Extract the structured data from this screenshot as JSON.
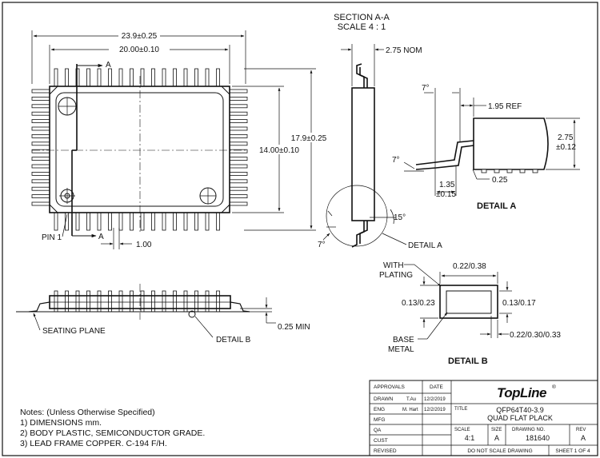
{
  "section": {
    "title": "SECTION A-A",
    "scale": "SCALE 4 : 1",
    "nom": "2.75 NOM",
    "detail_a_callout": "DETAIL A",
    "angle_15": "15°",
    "angle_7": "7°"
  },
  "top_view": {
    "dim_overall_width": "23.9±0.25",
    "dim_body_width": "20.00±0.10",
    "dim_body_height": "14.00±0.10",
    "dim_overall_height": "17.9±0.25",
    "dim_pitch": "1.00",
    "section_marker": "A",
    "pin1_label": "PIN 1"
  },
  "side_view": {
    "seating_plane": "SEATING PLANE",
    "dim_standoff": "0.25 MIN",
    "detail_b_callout": "DETAIL B"
  },
  "detail_a": {
    "title": "DETAIL A",
    "angle_top": "7°",
    "angle_bottom": "7°",
    "dim_ref": "1.95 REF",
    "dim_height_value": "2.75",
    "dim_height_tol": "±0.12",
    "dim_foot_value": "1.35",
    "dim_foot_tol": "±0.15",
    "dim_lead": "0.25"
  },
  "detail_b": {
    "title": "DETAIL B",
    "with_plating_line1": "WITH",
    "with_plating_line2": "PLATING",
    "base_metal_line1": "BASE",
    "base_metal_line2": "METAL",
    "dim_top": "0.22/0.38",
    "dim_left": "0.13/0.23",
    "dim_right": "0.13/0.17",
    "dim_bottom": "0.22/0.30/0.33"
  },
  "notes": {
    "heading": "Notes: (Unless Otherwise Specified)",
    "items": [
      "1) DIMENSIONS mm.",
      "2) BODY PLASTIC, SEMICONDUCTOR GRADE.",
      "3) LEAD FRAME COPPER. C-194 F/H."
    ]
  },
  "title_block": {
    "approvals": "APPROVALS",
    "date": "DATE",
    "rows": [
      {
        "label": "DRAWN",
        "name": "T.Au",
        "date": "12/2/2019"
      },
      {
        "label": "ENG",
        "name": "M. Hart",
        "date": "12/2/2019"
      },
      {
        "label": "MFG",
        "name": "",
        "date": ""
      },
      {
        "label": "QA",
        "name": "",
        "date": ""
      },
      {
        "label": "CUST",
        "name": "",
        "date": ""
      },
      {
        "label": "REVISED",
        "name": "",
        "date": ""
      }
    ],
    "logo_text": "TopLine",
    "logo_mark": "®",
    "title_label": "TITLE",
    "title_line1": "QFP64T40-3.9",
    "title_line2": "QUAD FLAT PLACK",
    "scale_label": "SCALE",
    "scale_value": "4:1",
    "size_label": "SIZE",
    "size_value": "A",
    "drawing_no_label": "DRAWING NO.",
    "drawing_no_value": "181640",
    "rev_label": "REV",
    "rev_value": "A",
    "do_not_scale": "DO NOT SCALE DRAWING",
    "sheet": "SHEET 1 OF 4"
  }
}
